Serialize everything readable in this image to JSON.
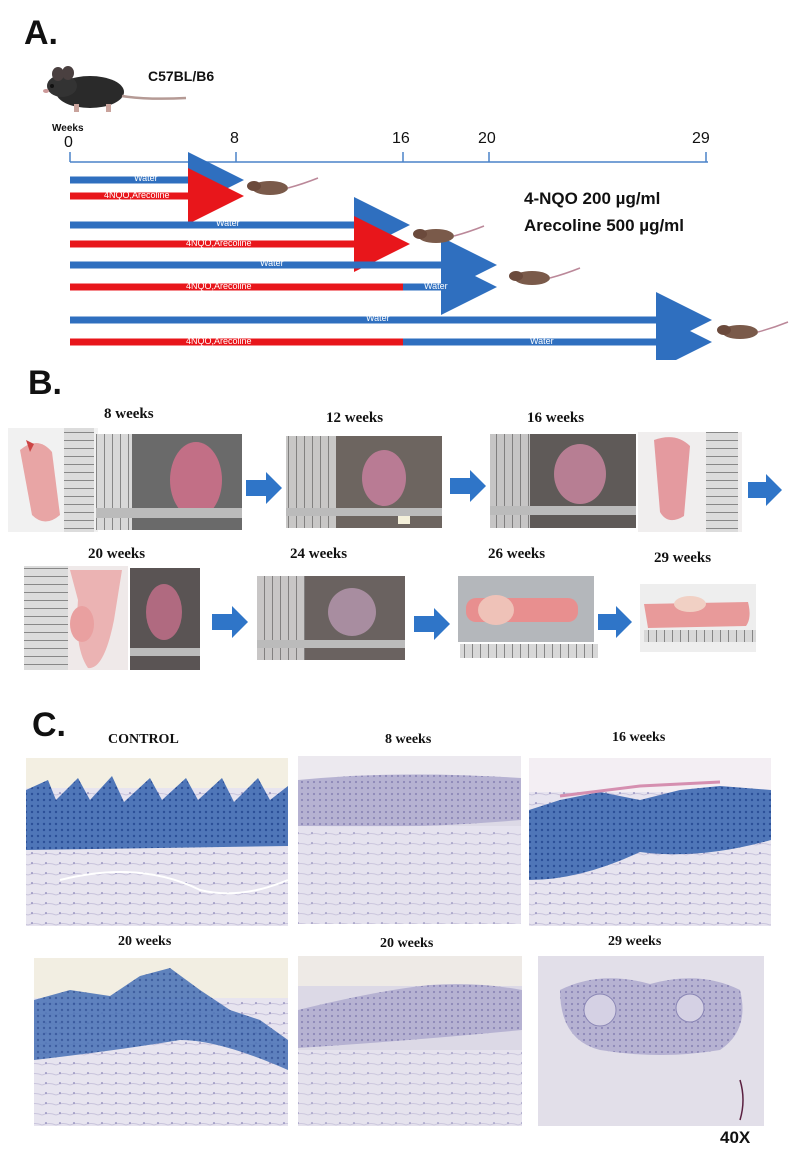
{
  "panel_a": {
    "letter": "A.",
    "strain": "C57BL/B6",
    "weeks_label": "Weeks",
    "ticks": [
      "0",
      "8",
      "16",
      "20",
      "29"
    ],
    "dose_line1": "4-NQO 200 µg/ml",
    "dose_line2": "Arecoline 500 µg/ml",
    "water": "Water",
    "treatment": "4NQO,Arecoline",
    "colors": {
      "water": "#2f6fbf",
      "treatment": "#e8161b",
      "axis": "#4a82c8"
    }
  },
  "panel_b": {
    "letter": "B.",
    "labels": [
      "8 weeks",
      "12 weeks",
      "16 weeks",
      "20 weeks",
      "24 weeks",
      "26 weeks",
      "29 weeks"
    ]
  },
  "panel_c": {
    "letter": "C.",
    "labels": [
      "CONTROL",
      "8 weeks",
      "16 weeks",
      "20 weeks",
      "20 weeks",
      "29 weeks"
    ],
    "magnification": "40X"
  }
}
